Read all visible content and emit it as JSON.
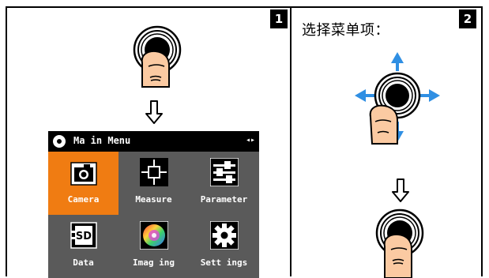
{
  "steps": [
    {
      "number": "1"
    },
    {
      "number": "2",
      "instruction": "选择菜单项："
    }
  ],
  "device": {
    "header_title": "Ma in Menu",
    "header_icon": "power-ring-icon",
    "header_nav_icon": "left-right-arrow-icon",
    "header_nav_text": "◂▸",
    "menu": [
      {
        "label": "Camera",
        "icon": "camera-icon",
        "selected": true
      },
      {
        "label": "Measure",
        "icon": "crosshair-icon",
        "selected": false
      },
      {
        "label": "Parameter",
        "icon": "sliders-icon",
        "selected": false
      },
      {
        "label": "Data",
        "icon": "sd-card-icon",
        "selected": false,
        "icon_text": "SD"
      },
      {
        "label": "Imag ing",
        "icon": "color-wheel-icon",
        "selected": false
      },
      {
        "label": "Sett ings",
        "icon": "gear-icon",
        "selected": false
      }
    ]
  },
  "colors": {
    "selected": "#f07c12",
    "screen_bg": "#5a5a5a",
    "arrow_blue": "#2f8fe3",
    "skin": "#fbcaa2"
  }
}
